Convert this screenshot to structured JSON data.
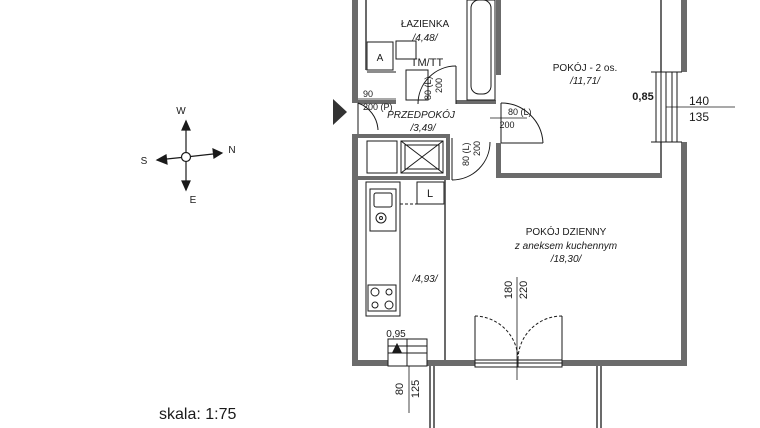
{
  "rooms": {
    "bathroom": {
      "name": "ŁAZIENKA",
      "area": "/4,48/"
    },
    "bedroom": {
      "name": "POKÓJ - 2 os.",
      "area": "/11,71/"
    },
    "hallway": {
      "name": "PRZEDPOKÓJ",
      "area": "/3,49/"
    },
    "living": {
      "name": "POKÓJ DZIENNY",
      "subtitle": "z aneksem kuchennym",
      "area": "/18,30/"
    },
    "kitchen": {
      "area": "/4,93/"
    }
  },
  "labels": {
    "a_box": "A",
    "l_box": "L",
    "tm_tt": "TM/TT",
    "balcony_value": "0,85",
    "window_value": "0,95",
    "scale": "skala: 1:75"
  },
  "dimensions": {
    "bath_door_w": "80 (L)",
    "bath_door_h": "200",
    "entrance_w": "90",
    "entrance_h": "200 (P)",
    "bed_door_w": "80 (L)",
    "bed_door_h": "200",
    "living_door_w": "80 (L)",
    "living_door_h": "200",
    "bed_window_w": "140",
    "bed_window_h": "135",
    "living_window_w": "180",
    "living_window_h": "220",
    "kitchen_window_w": "80",
    "kitchen_window_h": "125"
  },
  "compass": {
    "w": "W",
    "s": "S",
    "n": "N",
    "e": "E"
  },
  "colors": {
    "wall": "#6b6b6b",
    "line": "#1a1a1a",
    "window": "#9a9a9a"
  }
}
